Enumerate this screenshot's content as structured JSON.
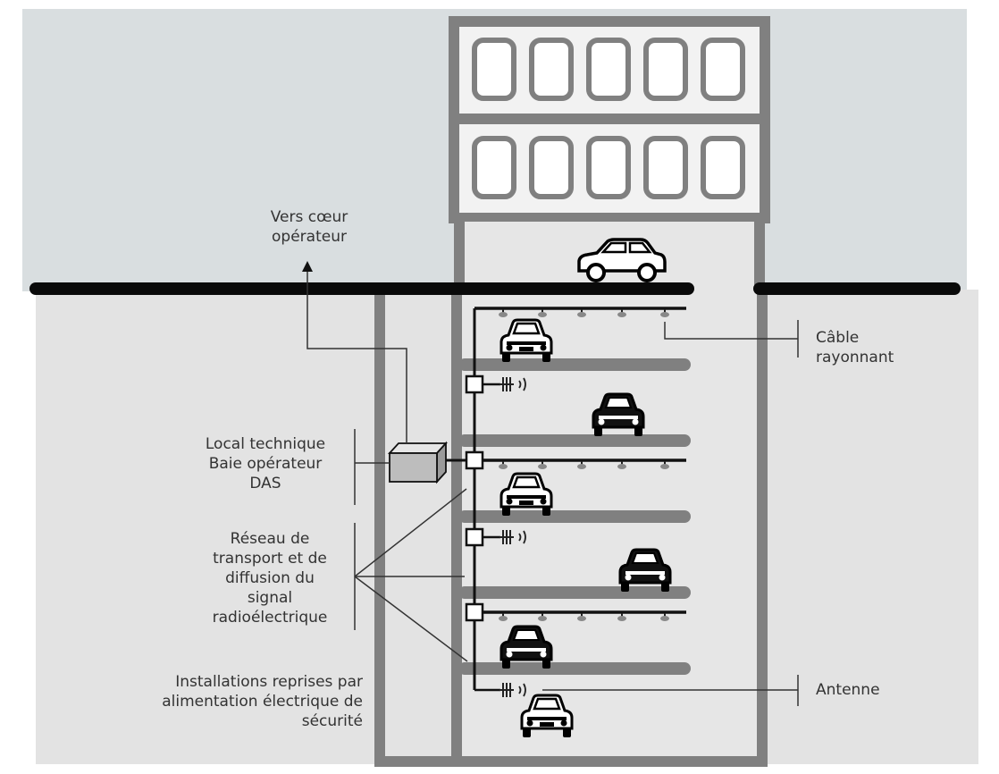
{
  "labels": {
    "vers_coeur": [
      "Vers cœur",
      "opérateur"
    ],
    "cable_rayonnant": [
      "Câble",
      "rayonnant"
    ],
    "local_technique": [
      "Local technique",
      "Baie opérateur",
      "DAS"
    ],
    "reseau_transport": [
      "Réseau de",
      "transport et de",
      "diffusion du",
      "signal",
      "radioélectrique"
    ],
    "installations": [
      "Installations reprises par",
      "alimentation électrique de",
      "sécurité"
    ],
    "antenne": "Antenne"
  },
  "colors": {
    "sky": "#d9dee0",
    "underground": "#e3e3e3",
    "shaft_fill": "#e6e6e6",
    "wall": "#808080",
    "ground_line": "#0a0a0a",
    "text": "#333333"
  },
  "icons": {
    "parked_car": "car-front-icon",
    "street_car": "car-side-icon",
    "splitter": "splitter-box-icon",
    "antenna": "antenna-signal-icon"
  }
}
